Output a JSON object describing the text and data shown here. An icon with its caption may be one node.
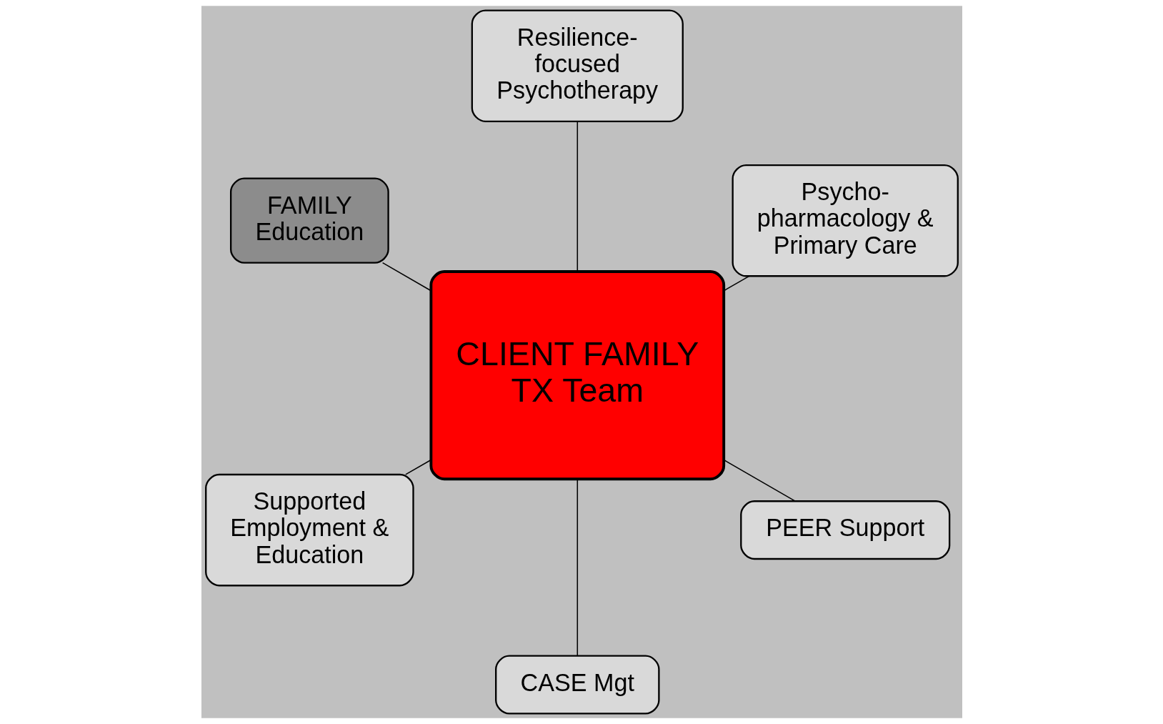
{
  "diagram": {
    "nodes": [
      {
        "text": [
          "CLIENT FAMILY TX Team"
        ]
      },
      {
        "text": [
          "Psycho- pharmacology & Primary Care"
        ]
      },
      {
        "text": [
          "Resilience- focused Psychotherapy"
        ]
      },
      {
        "text": [
          "FAMILY Education"
        ]
      },
      {
        "text": [
          "Supported Employment & Education"
        ]
      },
      {
        "text": [
          "CASE Mgt"
        ]
      },
      {
        "text": [
          "PEER Support"
        ]
      }
    ],
    "edges": [
      {
        "from": 0,
        "to": 1,
        "arrow": "none"
      },
      {
        "from": 0,
        "to": 2,
        "arrow": "none"
      },
      {
        "from": 0,
        "to": 3,
        "arrow": "none"
      },
      {
        "from": 0,
        "to": 4,
        "arrow": "none"
      },
      {
        "from": 0,
        "to": 5,
        "arrow": "none"
      },
      {
        "from": 0,
        "to": 6,
        "arrow": "none"
      }
    ]
  }
}
